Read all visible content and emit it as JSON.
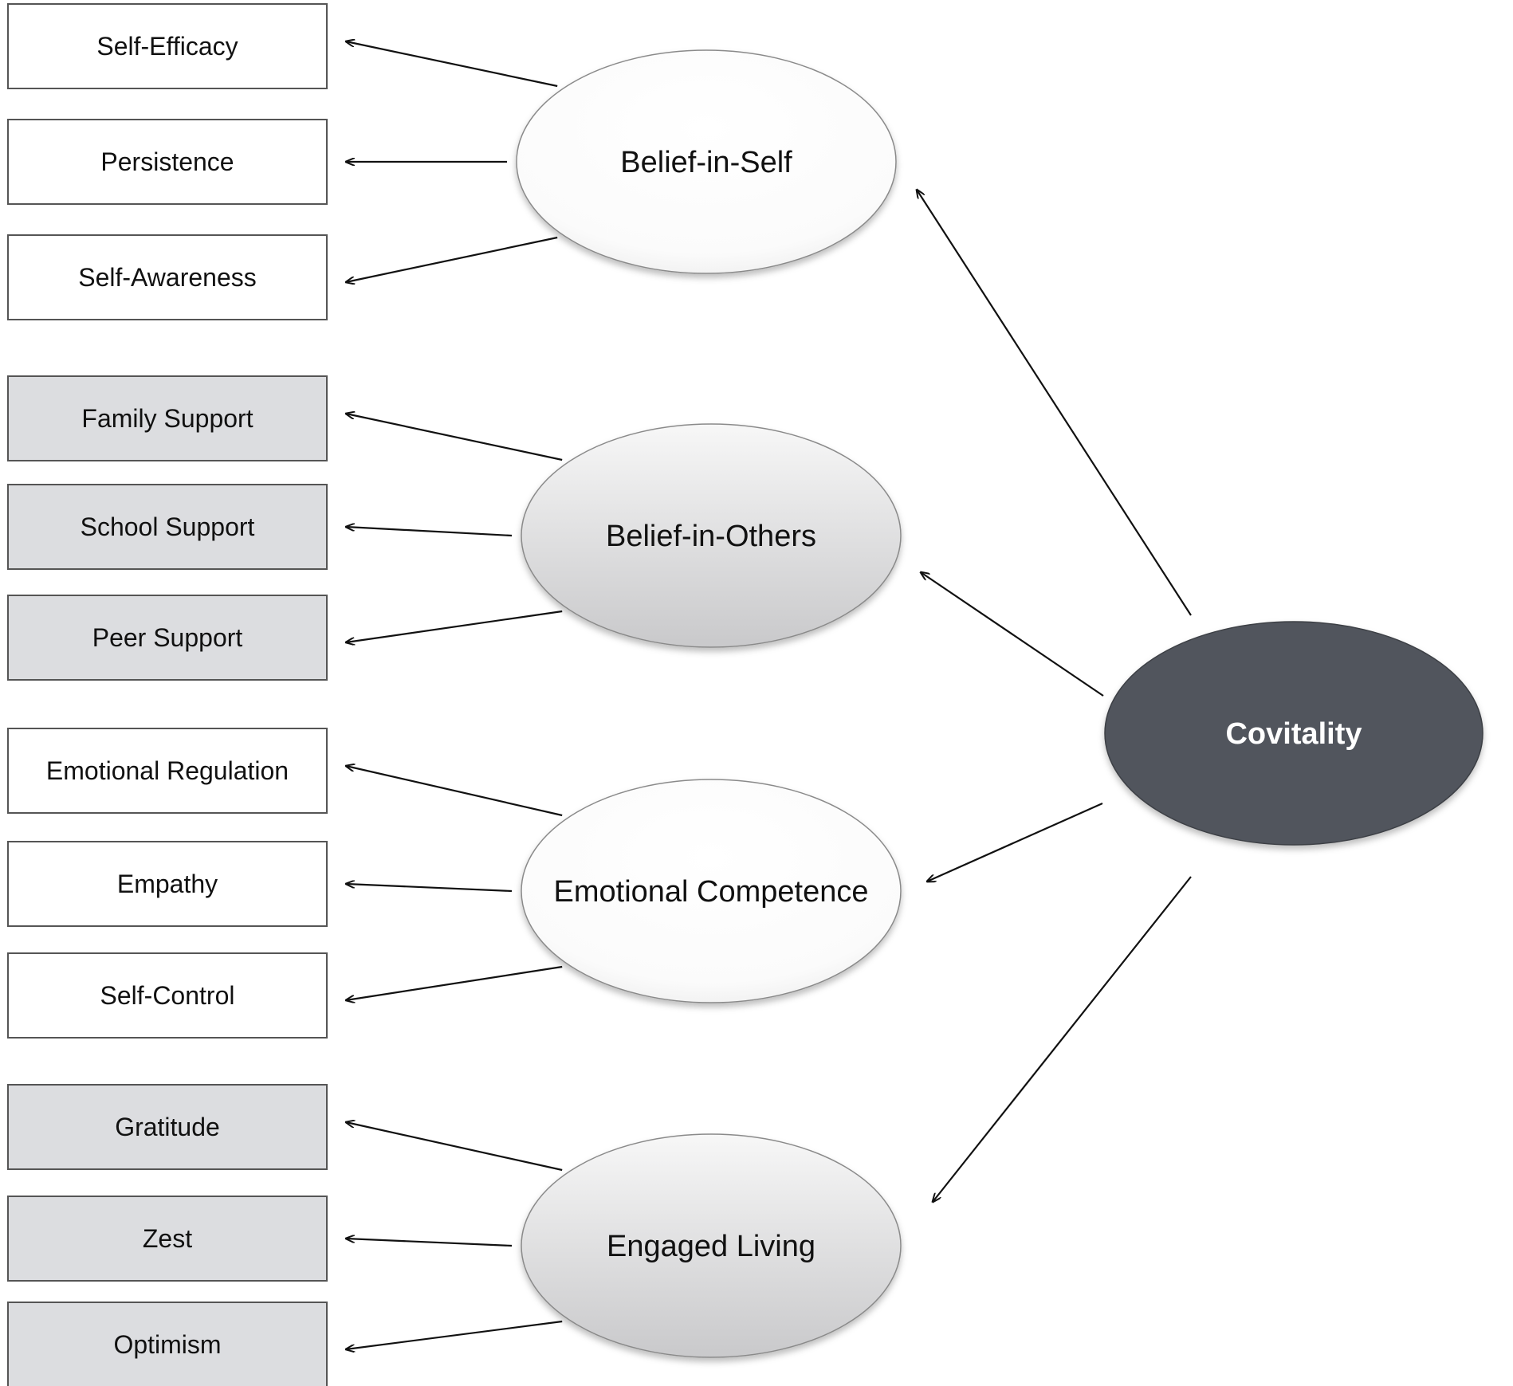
{
  "root": {
    "label": "Covitality",
    "fill": "#51555d"
  },
  "colors": {
    "white_box": "#ffffff",
    "gray_box": "#dcdde0",
    "stroke": "#555555",
    "arrow": "#111111"
  },
  "factors": [
    {
      "label": "Belief-in-Self",
      "shade": "white",
      "indicators": [
        "Self-Efficacy",
        "Persistence",
        "Self-Awareness"
      ]
    },
    {
      "label": "Belief-in-Others",
      "shade": "gray",
      "indicators": [
        "Family Support",
        "School Support",
        "Peer Support"
      ]
    },
    {
      "label": "Emotional Competence",
      "shade": "white",
      "indicators": [
        "Emotional Regulation",
        "Empathy",
        "Self-Control"
      ]
    },
    {
      "label": "Engaged Living",
      "shade": "gray",
      "indicators": [
        "Gratitude",
        "Zest",
        "Optimism"
      ]
    }
  ]
}
